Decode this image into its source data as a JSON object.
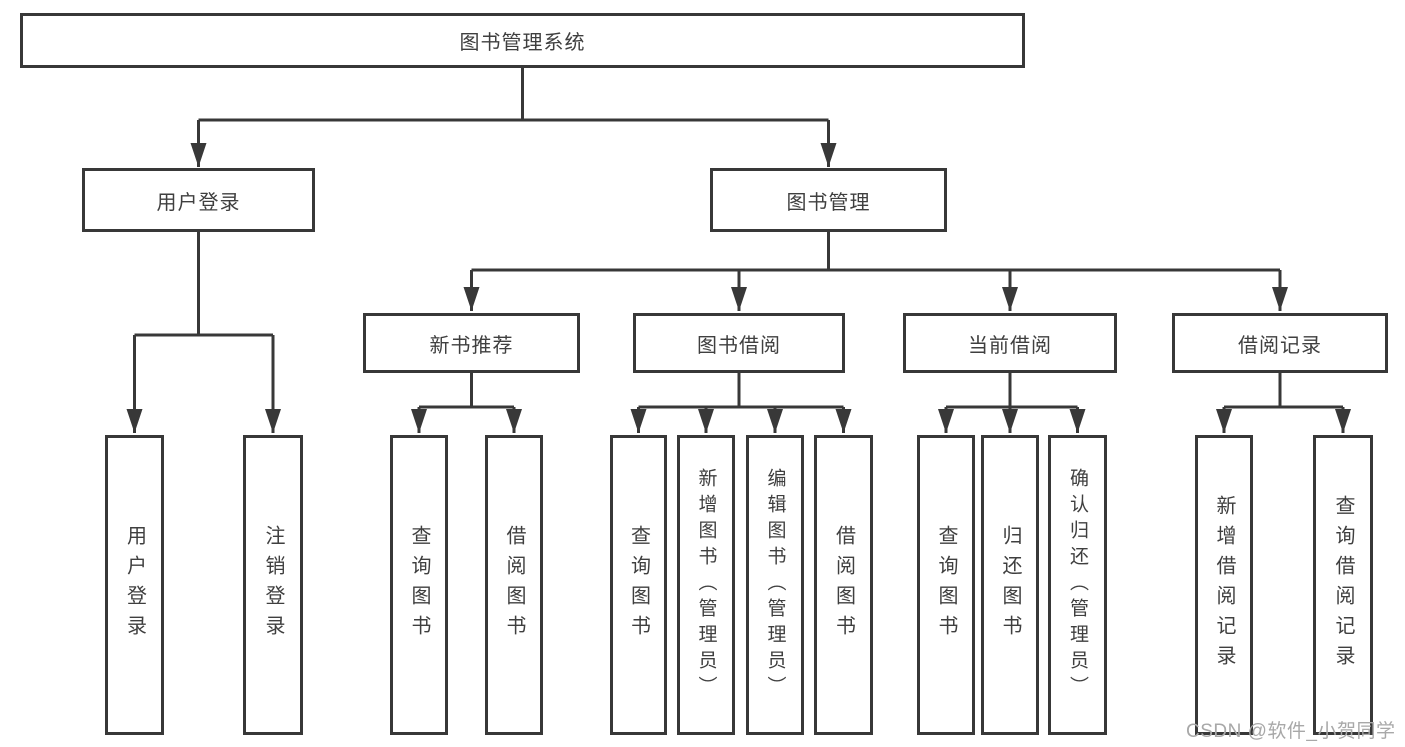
{
  "diagram": {
    "type": "tree",
    "root": {
      "label": "图书管理系统"
    },
    "level1": [
      {
        "label": "用户登录",
        "parent": "图书管理系统"
      },
      {
        "label": "图书管理",
        "parent": "图书管理系统"
      }
    ],
    "level2": [
      {
        "label": "新书推荐",
        "parent": "图书管理"
      },
      {
        "label": "图书借阅",
        "parent": "图书管理"
      },
      {
        "label": "当前借阅",
        "parent": "图书管理"
      },
      {
        "label": "借阅记录",
        "parent": "图书管理"
      }
    ],
    "leaves": [
      {
        "label": "用户登录",
        "parent": "用户登录"
      },
      {
        "label": "注销登录",
        "parent": "用户登录"
      },
      {
        "label": "查询图书",
        "parent": "新书推荐"
      },
      {
        "label": "借阅图书",
        "parent": "新书推荐"
      },
      {
        "label": "查询图书",
        "parent": "图书借阅"
      },
      {
        "label": "新增图书（管理员）",
        "parent": "图书借阅"
      },
      {
        "label": "编辑图书（管理员）",
        "parent": "图书借阅"
      },
      {
        "label": "借阅图书",
        "parent": "图书借阅"
      },
      {
        "label": "查询图书",
        "parent": "当前借阅"
      },
      {
        "label": "归还图书",
        "parent": "当前借阅"
      },
      {
        "label": "确认归还（管理员）",
        "parent": "当前借阅"
      },
      {
        "label": "新增借阅记录",
        "parent": "借阅记录"
      },
      {
        "label": "查询借阅记录",
        "parent": "借阅记录"
      }
    ]
  },
  "watermark": {
    "text": "CSDN @软件_小贺同学"
  },
  "colors": {
    "line": "#383838",
    "box_border": "#383838",
    "text": "#3f3f3f",
    "watermark": "#a8a8a8",
    "background": "#ffffff"
  }
}
